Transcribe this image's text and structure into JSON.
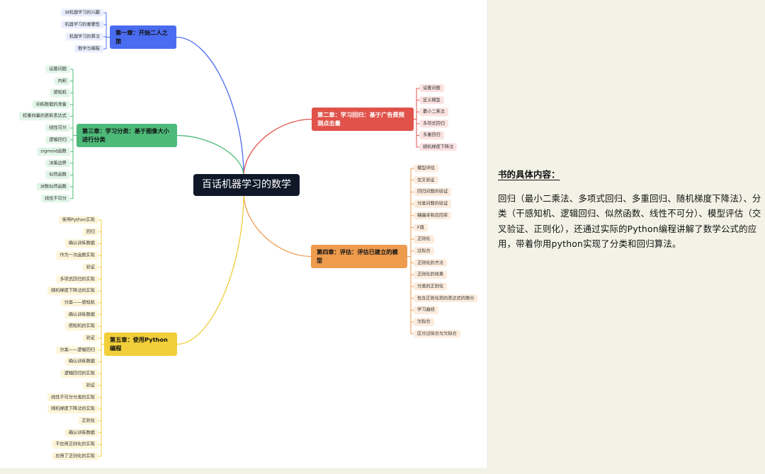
{
  "center_label": "百话机器学习的数学",
  "colors": {
    "ch1": "#4a6cf0",
    "ch1_bg": "#e9edfd",
    "ch2": "#e0524a",
    "ch2_bg": "#fbe3e1",
    "ch3": "#4dba7a",
    "ch3_bg": "#e2f5e9",
    "ch4": "#ee9b4e",
    "ch4_bg": "#fcecdd",
    "ch5": "#f1ce3a",
    "ch5_bg": "#fdf5d9"
  },
  "chapters": [
    {
      "id": "ch1",
      "label": "第一章：开始二人之旅",
      "items": [
        "对机器学习的兴趣",
        "机器学习的重要性",
        "机器学习的算法",
        "数学与编程"
      ]
    },
    {
      "id": "ch2",
      "label": "第二章：学习回归：基于广告费预测点击量",
      "items": [
        "设置问题",
        "定义模型",
        "最小二乘法",
        "多项式回归",
        "多重回归",
        "随机梯度下降法"
      ]
    },
    {
      "id": "ch3",
      "label": "第三章：学习分类：基于图像大小进行分类",
      "items": [
        "设置问题",
        "内积",
        "感知机",
        "训练数据的准备",
        "权重向量的更新表达式",
        "线性可分",
        "逻辑回归",
        "sigmoid函数",
        "决策边界",
        "似然函数",
        "对数似然函数",
        "线性不可分"
      ]
    },
    {
      "id": "ch4",
      "label": "第四章：评估：评估已建立的模型",
      "items": [
        "模型评估",
        "交叉验证",
        "回归问题的验证",
        "分类问题的验证",
        "精确率和召回率",
        "F值",
        "正则化",
        "过拟合",
        "正则化的方法",
        "正则化的效果",
        "分类的正则化",
        "包含正则化项的表达式的微分",
        "学习曲线",
        "欠拟合",
        "区分过拟合与欠拟合"
      ]
    },
    {
      "id": "ch5",
      "label": "第五章：使用Python编程",
      "items": [
        "使用Python实现",
        "回归",
        "确认训练数据",
        "作为一次函数实现",
        "验证",
        "多项式回归的实现",
        "随机梯度下降法的实现",
        "分类——感知机",
        "确认训练数据",
        "感知机的实现",
        "验证",
        "分类——逻辑回归",
        "确认训练数据",
        "逻辑回归的实现",
        "验证",
        "线性不可分分类的实现",
        "随机梯度下降法的实现",
        "正则化",
        "确认训练数据",
        "不应用正则化的实现",
        "应用了正则化的实现"
      ]
    }
  ],
  "side": {
    "heading": "书的具体内容：",
    "description": "回归（最小二乘法、多项式回归、多重回归、随机梯度下降法）、分类（干感知机、逻辑回归、似然函数、线性不可分）、模型评估（交叉验证、正则化），还通过实际的Python编程讲解了数学公式的应用，带着你用python实现了分类和回归算法。"
  }
}
